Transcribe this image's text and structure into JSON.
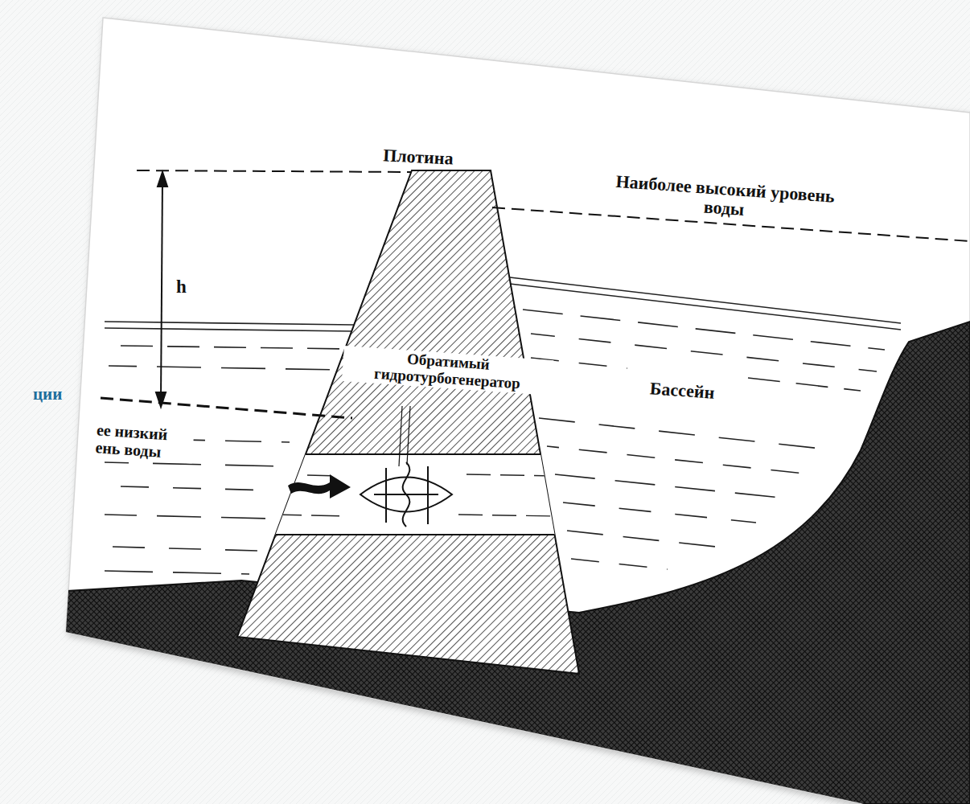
{
  "diagram": {
    "labels": [
      "ции",
      "Плотина",
      "Наиболее высокий уровень воды",
      "h",
      "Обратимый гидротурбогенератор",
      "Бассейн",
      "ее низкий ень воды"
    ]
  }
}
